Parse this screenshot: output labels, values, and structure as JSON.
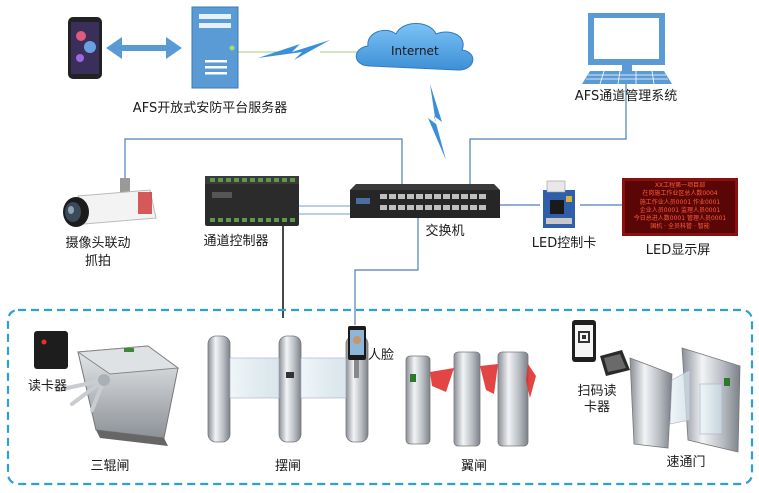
{
  "labels": {
    "server": "AFS开放式安防平台服务器",
    "internet": "Internet",
    "mgmt": "AFS通道管理系统",
    "camera_line1": "摄像头联动",
    "camera_line2": "抓拍",
    "controller": "通道控制器",
    "switch": "交换机",
    "led_ctrl": "LED控制卡",
    "led_screen": "LED显示屏",
    "card_reader": "读卡器",
    "face": "人脸",
    "qr_reader_line1": "扫码读",
    "qr_reader_line2": "卡器",
    "tripod": "三辊闸",
    "swing": "摆闸",
    "wing": "翼闸",
    "speed": "速通门"
  },
  "led_screen_text": [
    "XX工程第一项目部",
    "在岗施工作业区总人数0004",
    "施工作业人员0001  作业0001",
    "企业人员0001  监理人员0001",
    "今日总进人数0001  管理人员0001",
    "国机 · 全员科管 · 智能"
  ],
  "colors": {
    "accent_blue": "#5b9bd5",
    "dashed_border": "#2a9fd8",
    "line": "#4a7ebb",
    "wifi_blue": "#3b8fd9",
    "led_bg": "#7a0a0a",
    "led_text": "#ff5a3c",
    "wing_red": "#e03030"
  },
  "icons": [
    "smartphone-icon",
    "server-icon",
    "cloud-icon",
    "monitor-icon",
    "camera-icon",
    "controller-icon",
    "switch-icon",
    "led-controller-icon",
    "led-screen-icon",
    "card-reader-icon",
    "face-terminal-icon",
    "qr-reader-icon",
    "tripod-turnstile-icon",
    "swing-gate-icon",
    "wing-gate-icon",
    "speed-gate-icon"
  ]
}
